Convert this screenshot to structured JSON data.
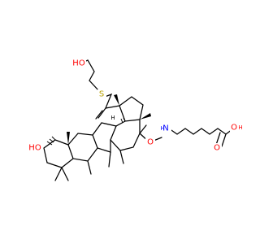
{
  "colors": {
    "bond": "#000000",
    "carbon": "#000000",
    "oxygen": "#ff0000",
    "nitrogen": "#0000ff",
    "sulfur": "#b8a000"
  },
  "atom_labels": {
    "ho_top": "HO",
    "s": "S",
    "ho_left": "HO",
    "h_stereo": "H",
    "n_amide": "N",
    "h_amide": "H",
    "o_amide": "O",
    "oh_acid_o": "O",
    "oh_acid_h": "H",
    "o_acid": "O"
  }
}
